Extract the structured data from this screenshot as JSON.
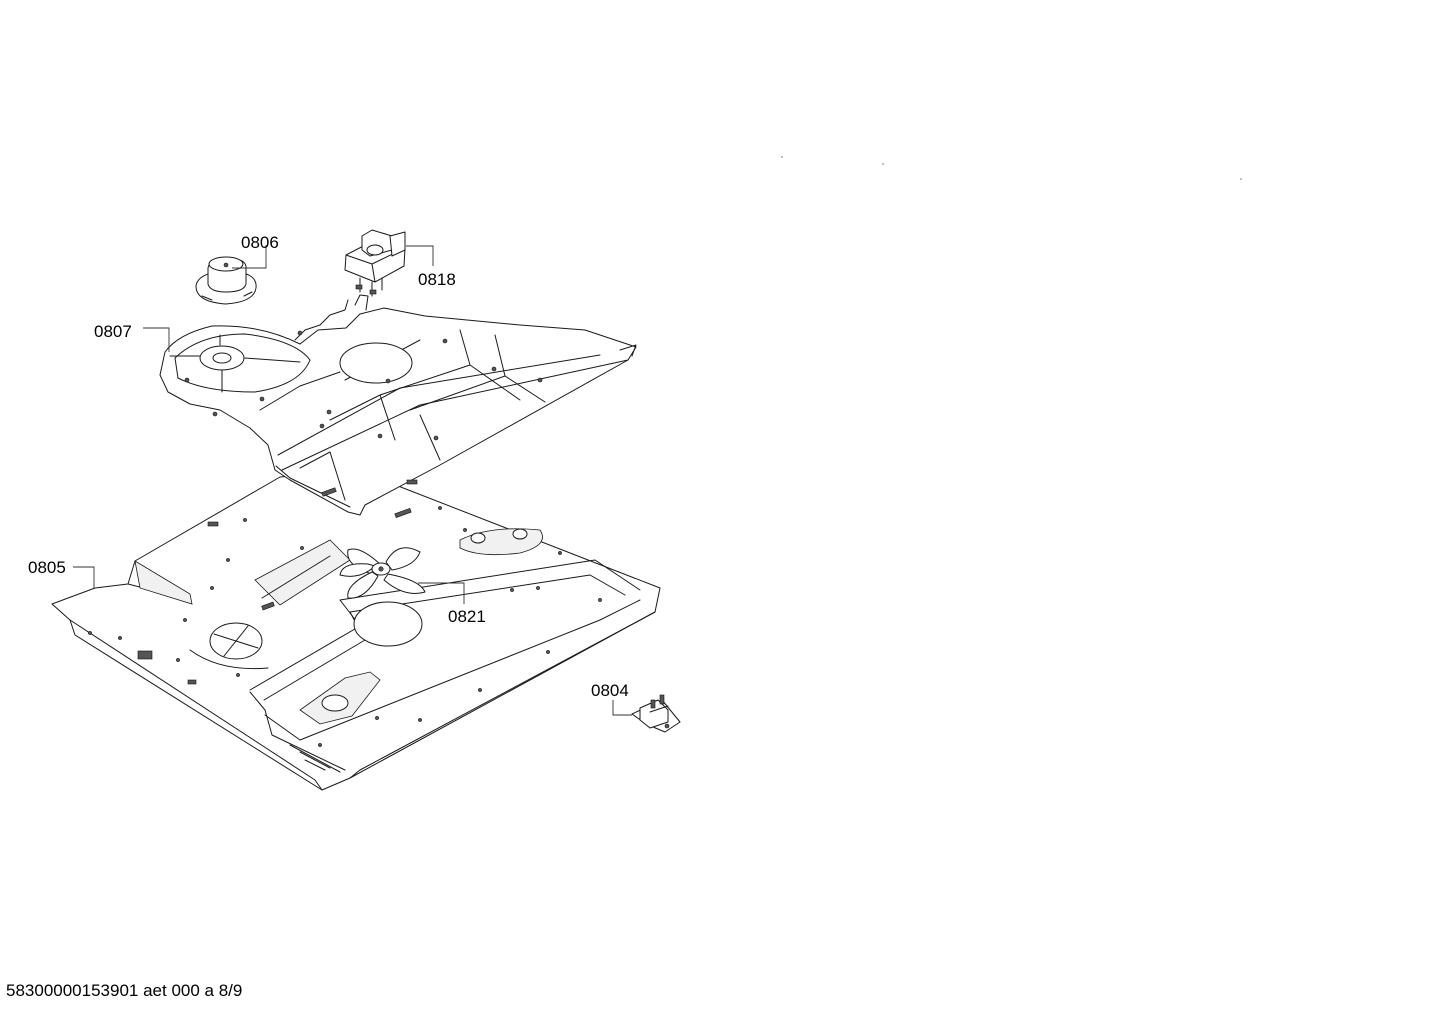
{
  "parts": [
    {
      "id": "p0806",
      "label": "0806"
    },
    {
      "id": "p0818",
      "label": "0818"
    },
    {
      "id": "p0807",
      "label": "0807"
    },
    {
      "id": "p0805",
      "label": "0805"
    },
    {
      "id": "p0821",
      "label": "0821"
    },
    {
      "id": "p0804",
      "label": "0804"
    }
  ],
  "footer": "58300000153901 aet 000 a 8/9"
}
